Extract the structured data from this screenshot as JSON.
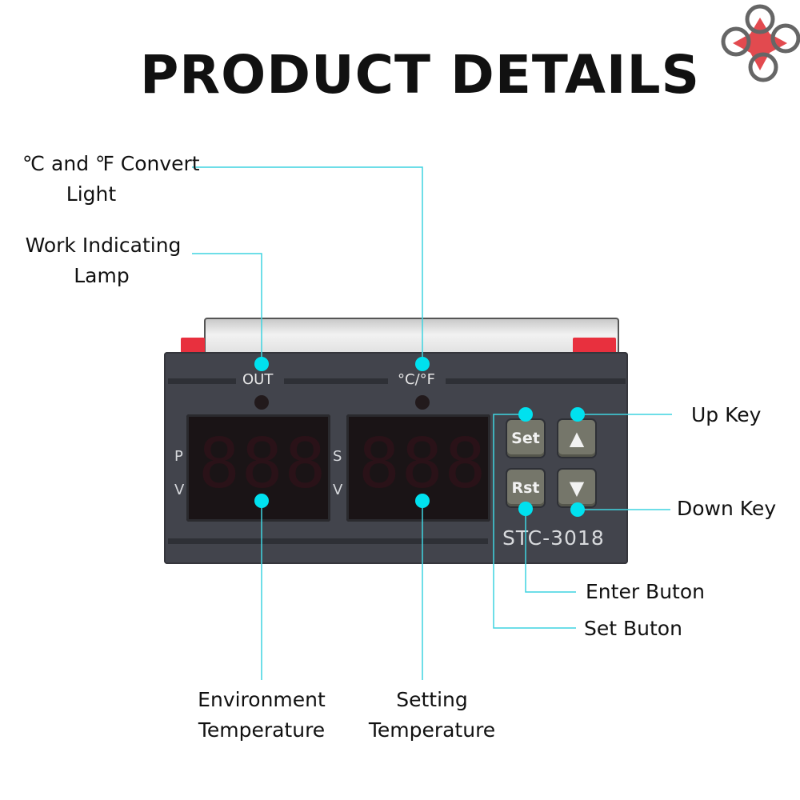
{
  "title": "PRODUCT DETAILS",
  "labels": {
    "convert_light": [
      "℃ and ℉ Convert",
      "Light"
    ],
    "work_lamp": [
      "Work Indicating",
      "Lamp"
    ],
    "up_key": "Up Key",
    "down_key": "Down Key",
    "enter_button": "Enter Buton",
    "set_button": "Set Buton",
    "environment_temp": [
      "Environment",
      "Temperature"
    ],
    "setting_temp": [
      "Setting",
      "Temperature"
    ]
  },
  "device": {
    "out_label": "OUT",
    "unit_label": "°C/°F",
    "left_display_labels": [
      "P",
      "V"
    ],
    "right_display_labels": [
      "S",
      "V"
    ],
    "left_display_digits": "888",
    "right_display_digits": "888",
    "set_key": "Set",
    "rst_key": "Rst",
    "up_key_glyph": "▲",
    "down_key_glyph": "▼",
    "model": "STC-3018"
  },
  "colors": {
    "callout": "#3fd3e0",
    "dot": "#00e1ef",
    "body": "#42444c",
    "clip": "#e8303e"
  }
}
